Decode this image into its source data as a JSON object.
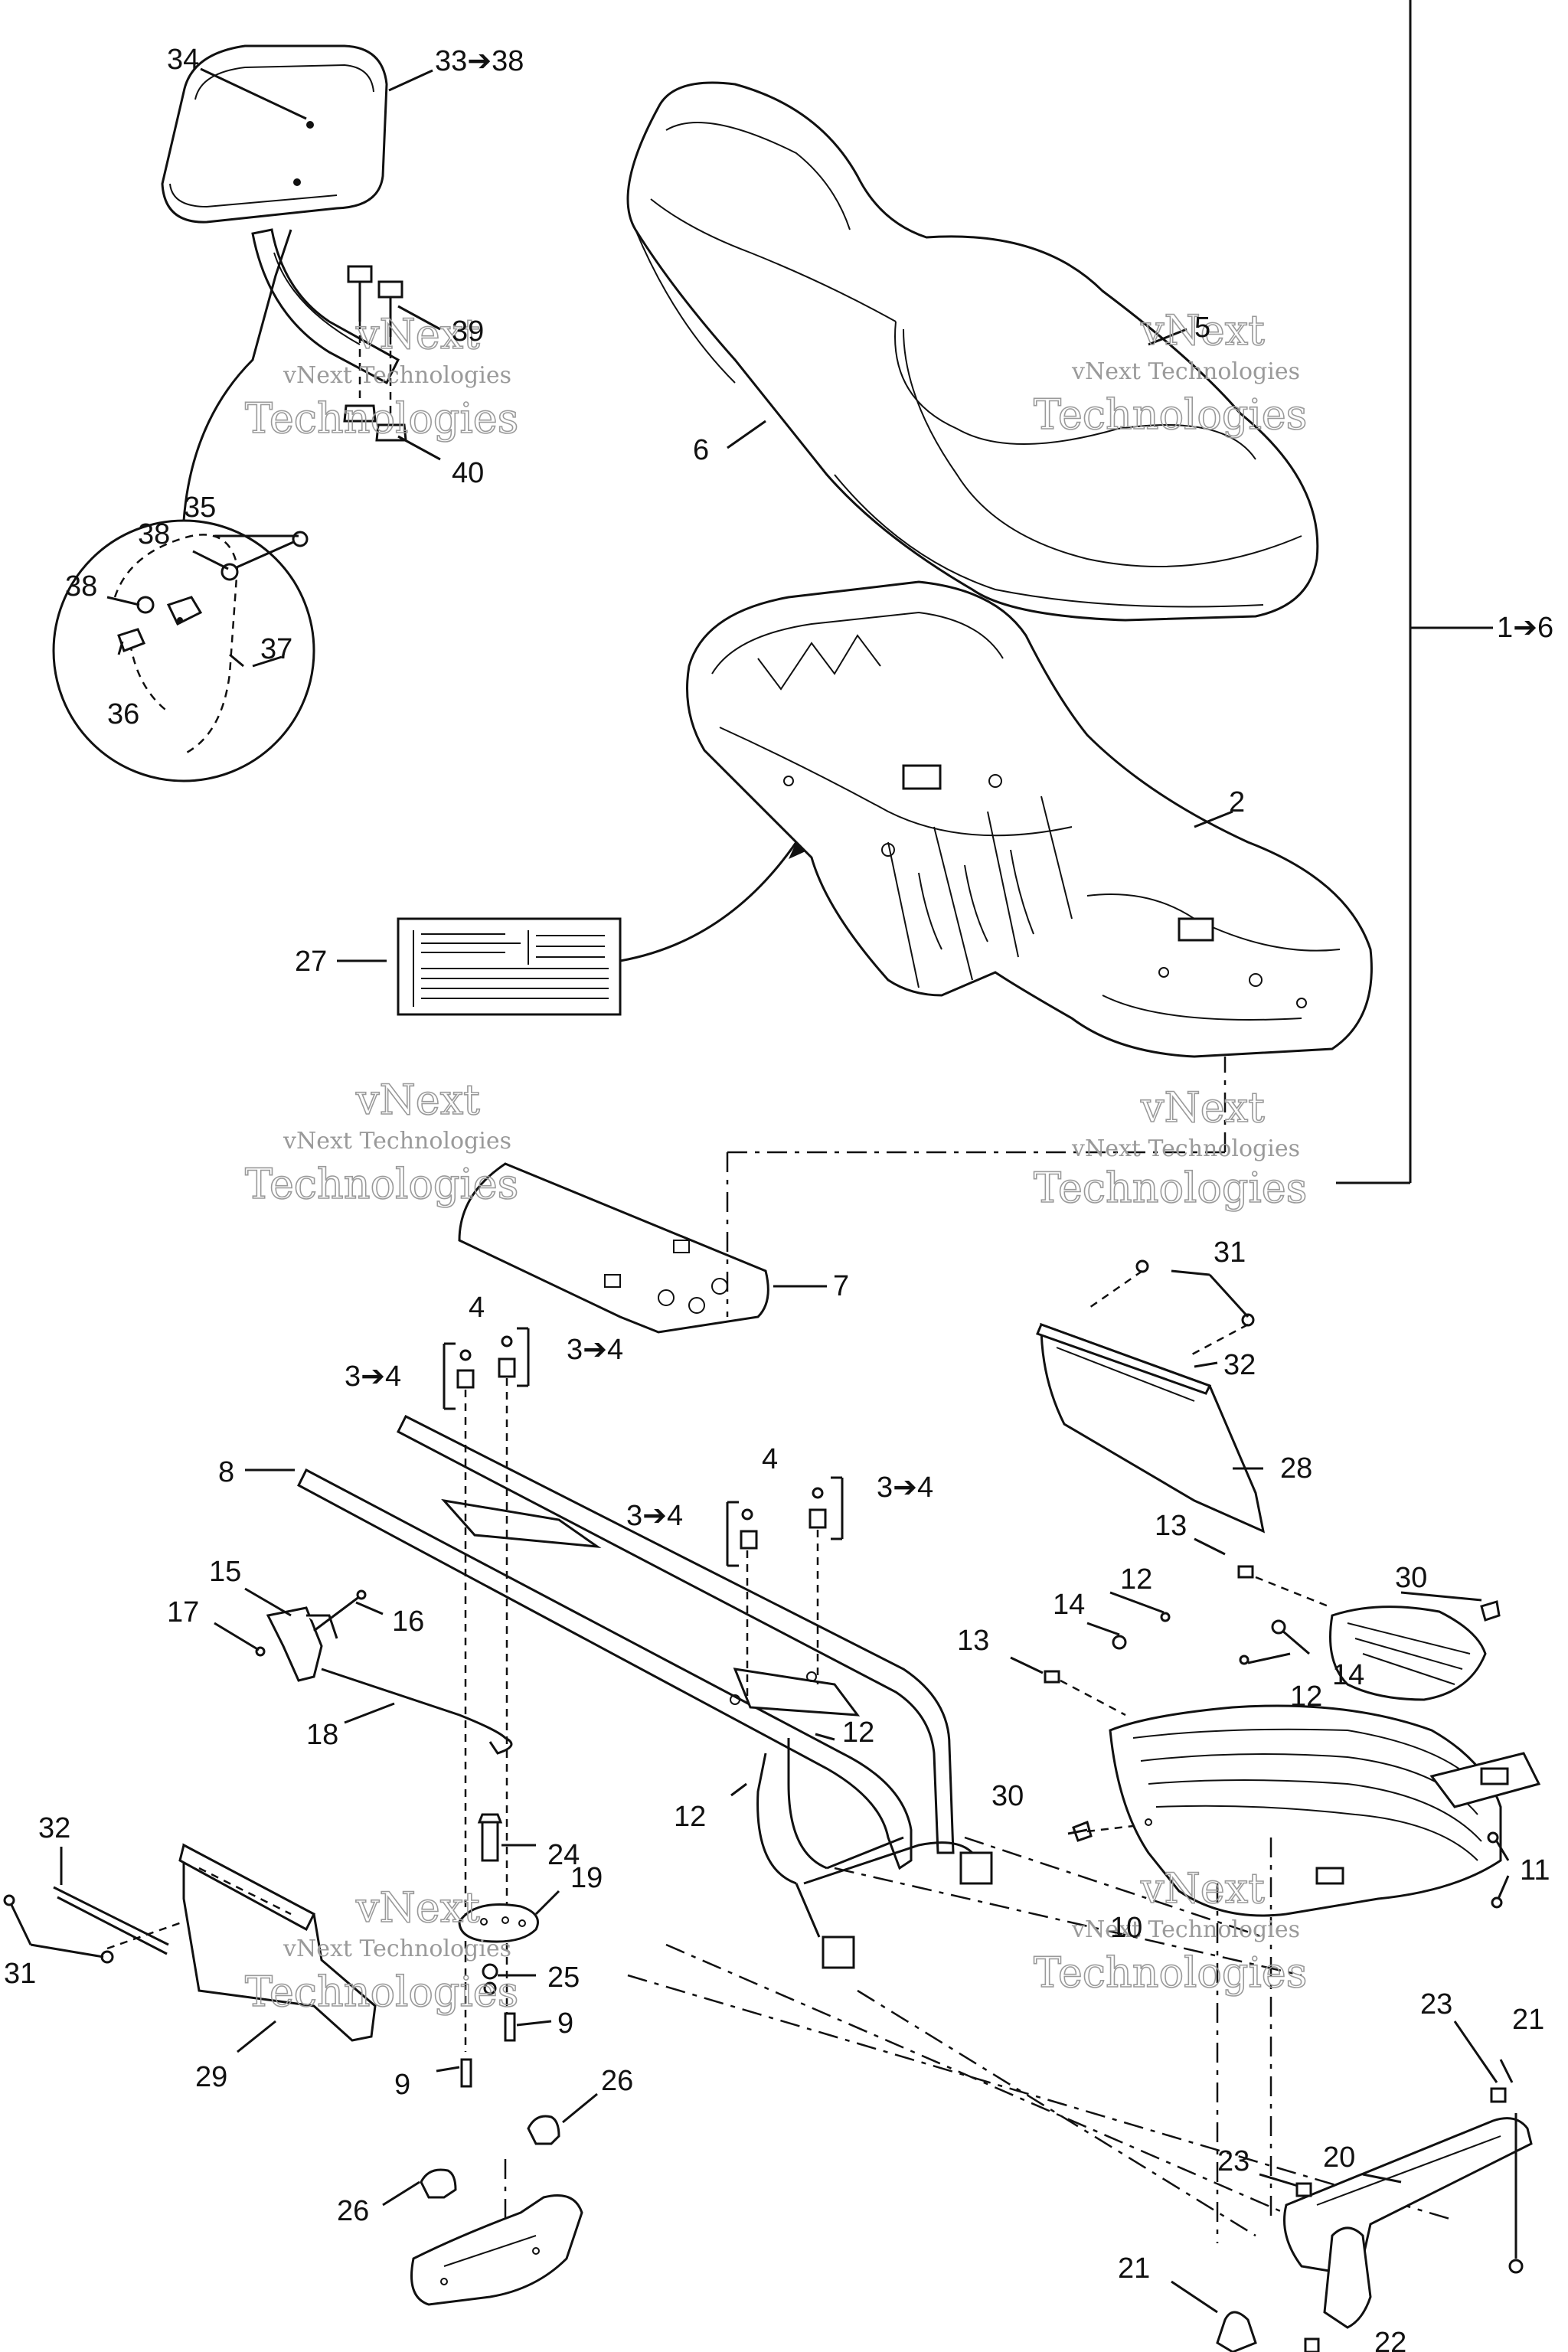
{
  "watermark": {
    "line1": "vNext Technologies",
    "line2": "vNext",
    "line3": "Technologies"
  },
  "callouts": {
    "c34": "34",
    "c33_38": "33➔38",
    "c39": "39",
    "c40": "40",
    "c35": "35",
    "c38a": "38",
    "c38b": "38",
    "c37": "37",
    "c36": "36",
    "c5": "5",
    "c6": "6",
    "c1_6": "1➔6",
    "c2": "2",
    "c27": "27",
    "c7": "7",
    "c4a": "4",
    "c3_4a": "3➔4",
    "c3_4b": "3➔4",
    "c4b": "4",
    "c3_4c": "3➔4",
    "c3_4d": "3➔4",
    "c8": "8",
    "c31a": "31",
    "c32a": "32",
    "c28": "28",
    "c15": "15",
    "c17": "17",
    "c16": "16",
    "c18": "18",
    "c13a": "13",
    "c12a": "12",
    "c14a": "14",
    "c30a": "30",
    "c13b": "13",
    "c14b": "14",
    "c12b": "12",
    "c12c": "12",
    "c12d": "12",
    "c30b": "30",
    "c11": "11",
    "c10": "10",
    "c24": "24",
    "c19": "19",
    "c25": "25",
    "c32b": "32",
    "c31b": "31",
    "c29": "29",
    "c9a": "9",
    "c9b": "9",
    "c26a": "26",
    "c26b": "26",
    "c23a": "23",
    "c21a": "21",
    "c23b": "23",
    "c20": "20",
    "c21b": "21",
    "c22": "22"
  }
}
